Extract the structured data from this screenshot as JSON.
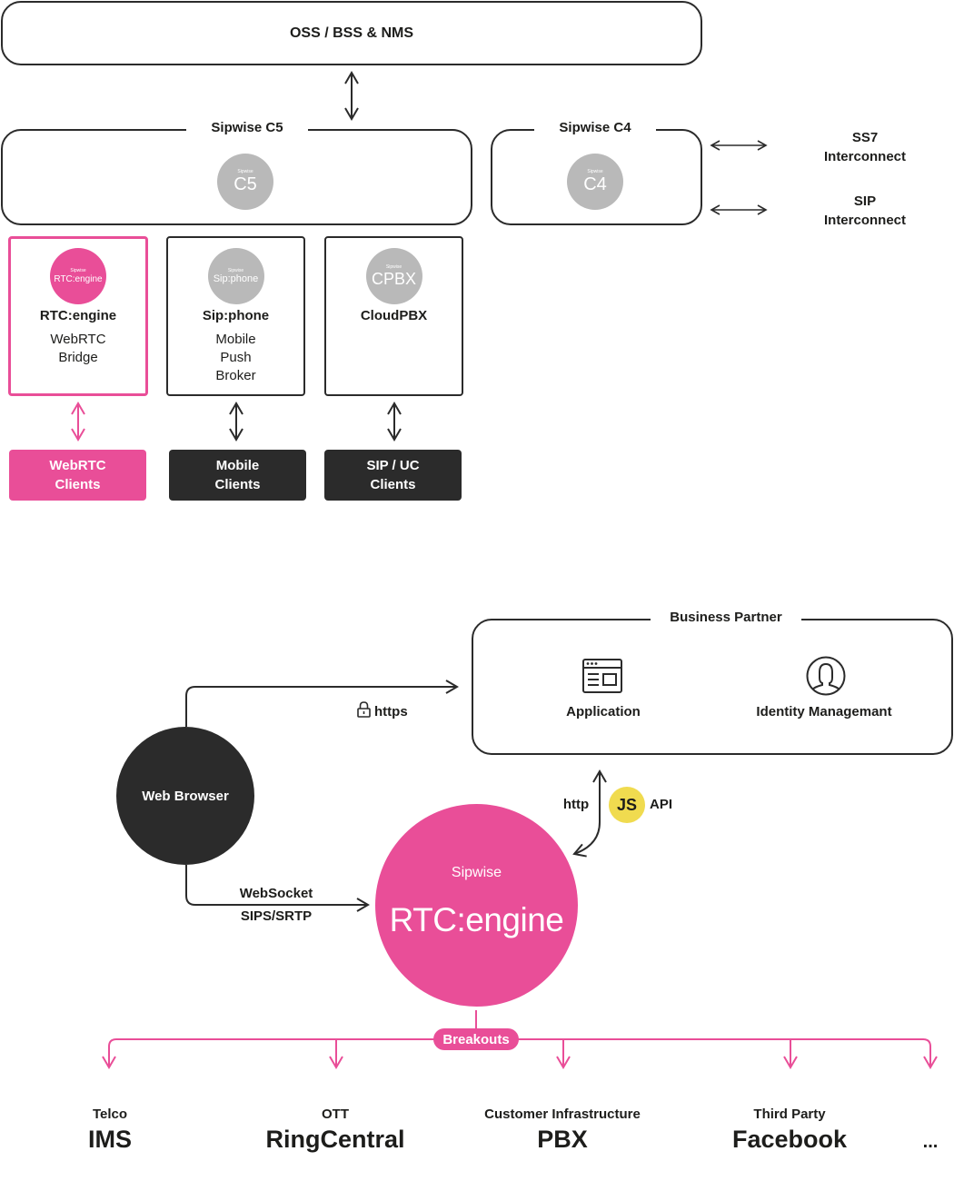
{
  "top": {
    "oss": "OSS / BSS & NMS",
    "c5": {
      "legend": "Sipwise C5",
      "badge_brand": "Sipwise",
      "badge_text": "C5"
    },
    "c4": {
      "legend": "Sipwise C4",
      "badge_brand": "Sipwise",
      "badge_text": "C4"
    },
    "interconnects": [
      {
        "line1": "SS7",
        "line2": "Interconnect"
      },
      {
        "line1": "SIP",
        "line2": "Interconnect"
      }
    ],
    "modules": [
      {
        "brand": "Sipwise",
        "badge": "RTC:engine",
        "title": "RTC:engine",
        "desc": [
          "WebRTC",
          "Bridge"
        ],
        "client": "WebRTC Clients",
        "client_lines": [
          "WebRTC",
          "Clients"
        ]
      },
      {
        "brand": "Sipwise",
        "badge": "Sip:phone",
        "title": "Sip:phone",
        "desc": [
          "Mobile",
          "Push",
          "Broker"
        ],
        "client": "Mobile Clients",
        "client_lines": [
          "Mobile",
          "Clients"
        ]
      },
      {
        "brand": "Sipwise",
        "badge": "CPBX",
        "title": "CloudPBX",
        "desc": [],
        "client": "SIP / UC Clients",
        "client_lines": [
          "SIP / UC",
          "Clients"
        ]
      }
    ]
  },
  "bottom": {
    "business_partner": "Business Partner",
    "application": "Application",
    "identity": "Identity Managemant",
    "https": "https",
    "web_browser": "Web Browser",
    "websocket": "WebSocket",
    "sips": "SIPS/SRTP",
    "http": "http",
    "js": "JS",
    "api": "API",
    "rtc_brand": "Sipwise",
    "rtc_name": "RTC:engine",
    "breakouts": "Breakouts",
    "targets": [
      {
        "small": "Telco",
        "big": "IMS"
      },
      {
        "small": "OTT",
        "big": "RingCentral"
      },
      {
        "small": "Customer Infrastructure",
        "big": "PBX"
      },
      {
        "small": "Third Party",
        "big": "Facebook"
      },
      {
        "small": "",
        "big": "..."
      }
    ]
  },
  "colors": {
    "accent": "#e94e98",
    "dark": "#2b2b2b",
    "grey_badge": "#b9b9b9",
    "js_yellow": "#f0db4f"
  }
}
